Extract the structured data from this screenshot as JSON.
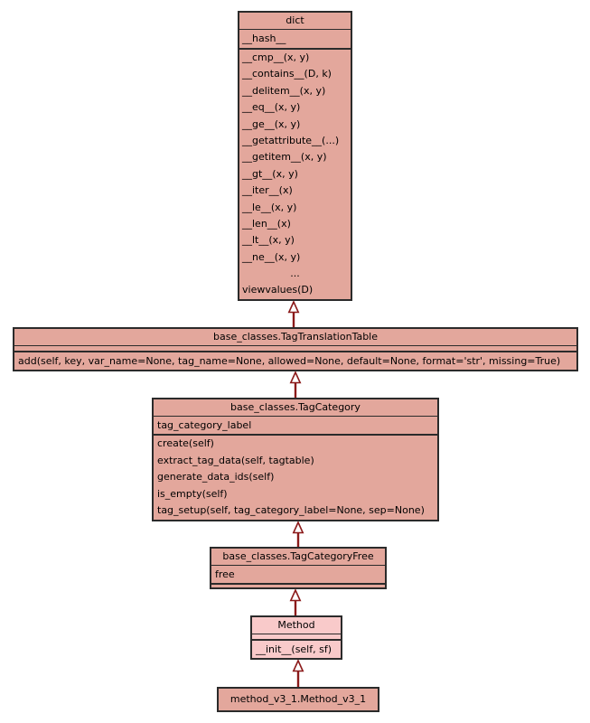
{
  "diagram": {
    "kind": "uml-class-inheritance-diagram",
    "colors": {
      "class_fill": "#e3a79c",
      "highlight_fill": "#f9caca",
      "border": "#2b2b2b",
      "arrow": "#8b1a1a",
      "background": "#ffffff"
    },
    "classes": {
      "dict": {
        "title": "dict",
        "attributes": [
          "__hash__"
        ],
        "methods": [
          "__cmp__(x, y)",
          "__contains__(D, k)",
          "__delitem__(x, y)",
          "__eq__(x, y)",
          "__ge__(x, y)",
          "__getattribute__(...)",
          "__getitem__(x, y)",
          "__gt__(x, y)",
          "__iter__(x)",
          "__le__(x, y)",
          "__len__(x)",
          "__lt__(x, y)",
          "__ne__(x, y)",
          "...",
          "viewvalues(D)"
        ]
      },
      "tag_translation_table": {
        "title": "base_classes.TagTranslationTable",
        "attributes": [],
        "methods": [
          "add(self, key, var_name=None, tag_name=None, allowed=None, default=None, format='str', missing=True)"
        ]
      },
      "tag_category": {
        "title": "base_classes.TagCategory",
        "attributes": [
          "tag_category_label"
        ],
        "methods": [
          "create(self)",
          "extract_tag_data(self, tagtable)",
          "generate_data_ids(self)",
          "is_empty(self)",
          "tag_setup(self, tag_category_label=None, sep=None)"
        ]
      },
      "tag_category_free": {
        "title": "base_classes.TagCategoryFree",
        "attributes": [
          "free"
        ],
        "methods": []
      },
      "method": {
        "title": "Method",
        "attributes": [],
        "methods": [
          "__init__(self, sf)"
        ]
      },
      "method_v3_1": {
        "title": "method_v3_1.Method_v3_1",
        "attributes": [],
        "methods": []
      }
    },
    "relations": [
      {
        "from": "base_classes.TagTranslationTable",
        "to": "dict",
        "type": "inheritance"
      },
      {
        "from": "base_classes.TagCategory",
        "to": "base_classes.TagTranslationTable",
        "type": "inheritance"
      },
      {
        "from": "base_classes.TagCategoryFree",
        "to": "base_classes.TagCategory",
        "type": "inheritance"
      },
      {
        "from": "Method",
        "to": "base_classes.TagCategoryFree",
        "type": "inheritance"
      },
      {
        "from": "method_v3_1.Method_v3_1",
        "to": "Method",
        "type": "inheritance"
      }
    ]
  }
}
